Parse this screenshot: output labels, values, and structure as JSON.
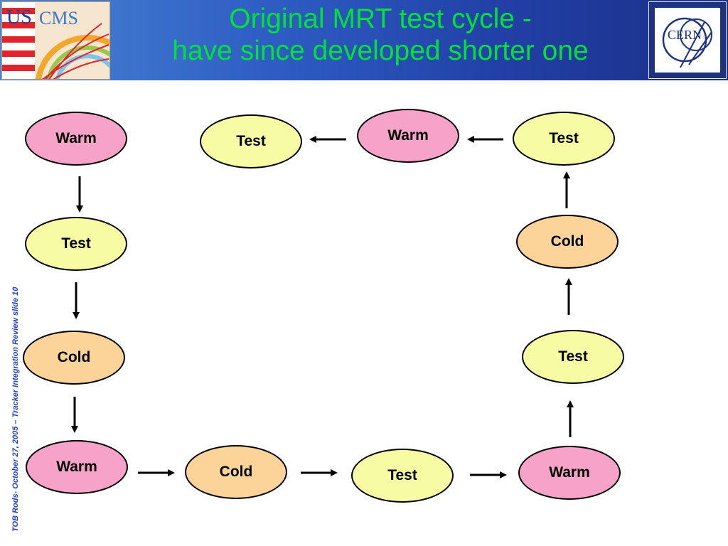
{
  "header": {
    "title_line1": "Original MRT test cycle -",
    "title_line2": "have since developed shorter one",
    "left_logo_text_us": "US",
    "left_logo_text_cms": "CMS",
    "right_logo_text": "CERN"
  },
  "footer": {
    "text": "TOB Rods- October 27, 2005 – Tracker Integration Review  slide 10"
  },
  "nodes": [
    {
      "id": "n1",
      "label": "Warm",
      "kind": "warm"
    },
    {
      "id": "n2",
      "label": "Test",
      "kind": "test"
    },
    {
      "id": "n3",
      "label": "Cold",
      "kind": "cold"
    },
    {
      "id": "n4",
      "label": "Warm",
      "kind": "warm"
    },
    {
      "id": "n5",
      "label": "Cold",
      "kind": "cold"
    },
    {
      "id": "n6",
      "label": "Test",
      "kind": "test"
    },
    {
      "id": "n7",
      "label": "Warm",
      "kind": "warm"
    },
    {
      "id": "n8",
      "label": "Test",
      "kind": "test"
    },
    {
      "id": "n9",
      "label": "Cold",
      "kind": "cold"
    },
    {
      "id": "n10",
      "label": "Test",
      "kind": "test"
    },
    {
      "id": "n11",
      "label": "Warm",
      "kind": "warm"
    },
    {
      "id": "n12",
      "label": "Test",
      "kind": "test"
    }
  ],
  "colors": {
    "warm": "#f7a3c9",
    "test": "#f7fba4",
    "cold": "#fcd49a",
    "title": "#00e13a",
    "footer": "#1f3fc9"
  }
}
